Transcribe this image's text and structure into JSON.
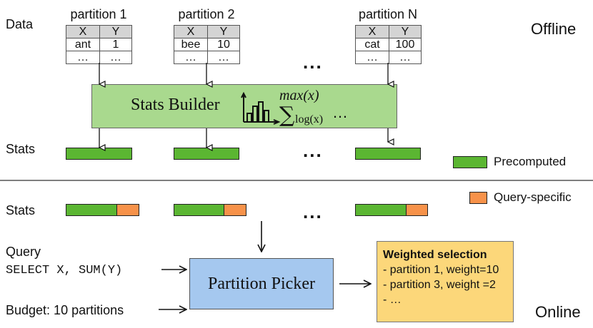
{
  "labels": {
    "data": "Data",
    "offline": "Offline",
    "stats_top": "Stats",
    "stats_bottom": "Stats",
    "online": "Online",
    "query": "Query",
    "query_code": "SELECT X, SUM(Y)",
    "budget": "Budget: 10 partitions"
  },
  "table_headers": [
    "X",
    "Y"
  ],
  "partitions": [
    {
      "title": "partition 1",
      "x": "ant",
      "y": "1",
      "ex": "…",
      "ey": "…"
    },
    {
      "title": "partition 2",
      "x": "bee",
      "y": "10",
      "ex": "…",
      "ey": "…"
    },
    {
      "title": "partition N",
      "x": "cat",
      "y": "100",
      "ex": "…",
      "ey": "…"
    }
  ],
  "ellipsis": "...",
  "stats_builder": {
    "title": "Stats Builder",
    "math_max": "max(x)",
    "math_sum": "∑",
    "math_log": "log(x)",
    "math_dots": "…"
  },
  "legend": {
    "precomputed": "Precomputed",
    "query_specific": "Query-specific"
  },
  "colors": {
    "precomputed": "#5bb632",
    "query_specific": "#f7924a",
    "stats_builder": "#a9d98e",
    "partition_picker": "#a5c8ef",
    "weighted_selection": "#fcd77a"
  },
  "partition_picker": "Partition Picker",
  "weighted_selection": {
    "title": "Weighted selection",
    "items": [
      "- partition 1, weight=10",
      "- partition 3, weight =2",
      "- …"
    ]
  }
}
